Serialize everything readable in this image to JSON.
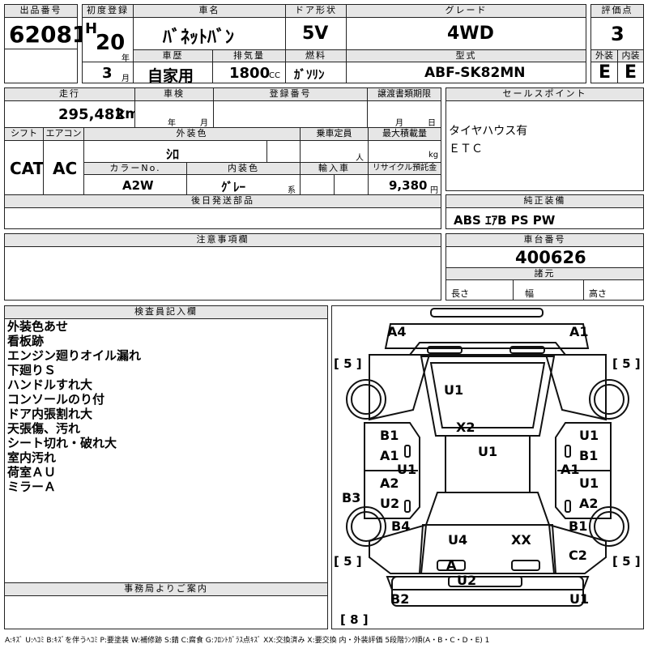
{
  "labels": {
    "lot_no": "出品番号",
    "first_reg": "初度登録",
    "car_name": "車名",
    "door": "ドア形状",
    "grade": "グレード",
    "score": "評価点",
    "car_history": "車歴",
    "displacement": "排気量",
    "fuel": "燃料",
    "model_code": "型式",
    "exterior": "外装",
    "interior": "内装",
    "mileage": "走行",
    "inspection": "車検",
    "reg_no": "登録番号",
    "transfer_doc": "譲渡書類期限",
    "sales_point": "セールスポイント",
    "shift": "シフト",
    "aircon": "エアコン",
    "ext_color": "外装色",
    "capacity": "乗車定員",
    "max_load": "最大積載量",
    "color_no": "カラーNo.",
    "int_color": "内装色",
    "import": "輸入車",
    "recycle": "リサイクル預託金",
    "later_parts": "後日発送部品",
    "genuine_equip": "純正装備",
    "caution": "注意事項欄",
    "chassis_no": "車台番号",
    "dimensions": "諸元",
    "inspector": "検査員記入欄",
    "office_notice": "事務局よりご案内",
    "year_unit": "年",
    "month_unit": "月",
    "cc": "CC",
    "km": "km",
    "person_unit": "人",
    "kg": "kg",
    "yen": "円",
    "ko": "系",
    "length": "長さ",
    "width": "幅",
    "height": "高さ",
    "year_word": "年",
    "month_word": "月",
    "transfer_month": "月",
    "transfer_day": "日"
  },
  "values": {
    "lot_no": "62081",
    "era": "H",
    "reg_year": "20",
    "reg_month": "3",
    "car_name": "ﾊﾞﾈｯﾄﾊﾞﾝ",
    "door": "5V",
    "grade": "4WD",
    "score": "3",
    "car_history": "自家用",
    "displacement": "1800",
    "fuel": "ｶﾞｿﾘﾝ",
    "model_code": "ABF-SK82MN",
    "exterior": "E",
    "interior": "E",
    "mileage": "295,482",
    "shift": "CAT",
    "aircon": "AC",
    "ext_color": "ｼﾛ",
    "color_no": "A2W",
    "int_color": "ｸﾞﾚｰ",
    "recycle": "9,380",
    "chassis_no": "400626",
    "genuine_equip": "ABS ｴｱB PS PW",
    "sales_points": [
      "タイヤハウス有",
      "ＥＴＣ"
    ],
    "inspector_notes": [
      "外装色あせ",
      "看板跡",
      "エンジン廻りオイル漏れ",
      "下廻りＳ",
      "ハンドルすれ大",
      "コンソールのり付",
      "ドア内張割れ大",
      "天張傷、汚れ",
      "シート切れ・破れ大",
      "室内汚れ",
      "荷室ＡＵ",
      "ミラーＡ"
    ]
  },
  "diagram": {
    "marks": [
      "A4",
      "A1",
      "U1",
      "X2",
      "U1",
      "B1",
      "A1",
      "U1",
      "U1",
      "B1",
      "A1",
      "B3",
      "A2",
      "U2",
      "U1",
      "A2",
      "B4",
      "B1",
      "U4",
      "XX",
      "C2",
      "A",
      "U2",
      "B2",
      "U1"
    ],
    "tread": [
      "[ 5 ]",
      "[ 5 ]",
      "[ 5 ]",
      "[ 5 ]",
      "[ 8 ]"
    ]
  },
  "legend": "A:ｷｽﾞ U:ﾍｺﾐ B:ｷｽﾞを伴うﾍｺﾐ P:要塗装 W:補修跡 S:錆 C:腐食 G:ﾌﾛﾝﾄｶﾞﾗｽ点ｷｽﾞ XX:交換済み X:要交換 内・外装評価 5段階ﾗﾝｸ順(A・B・C・D・E) 1"
}
